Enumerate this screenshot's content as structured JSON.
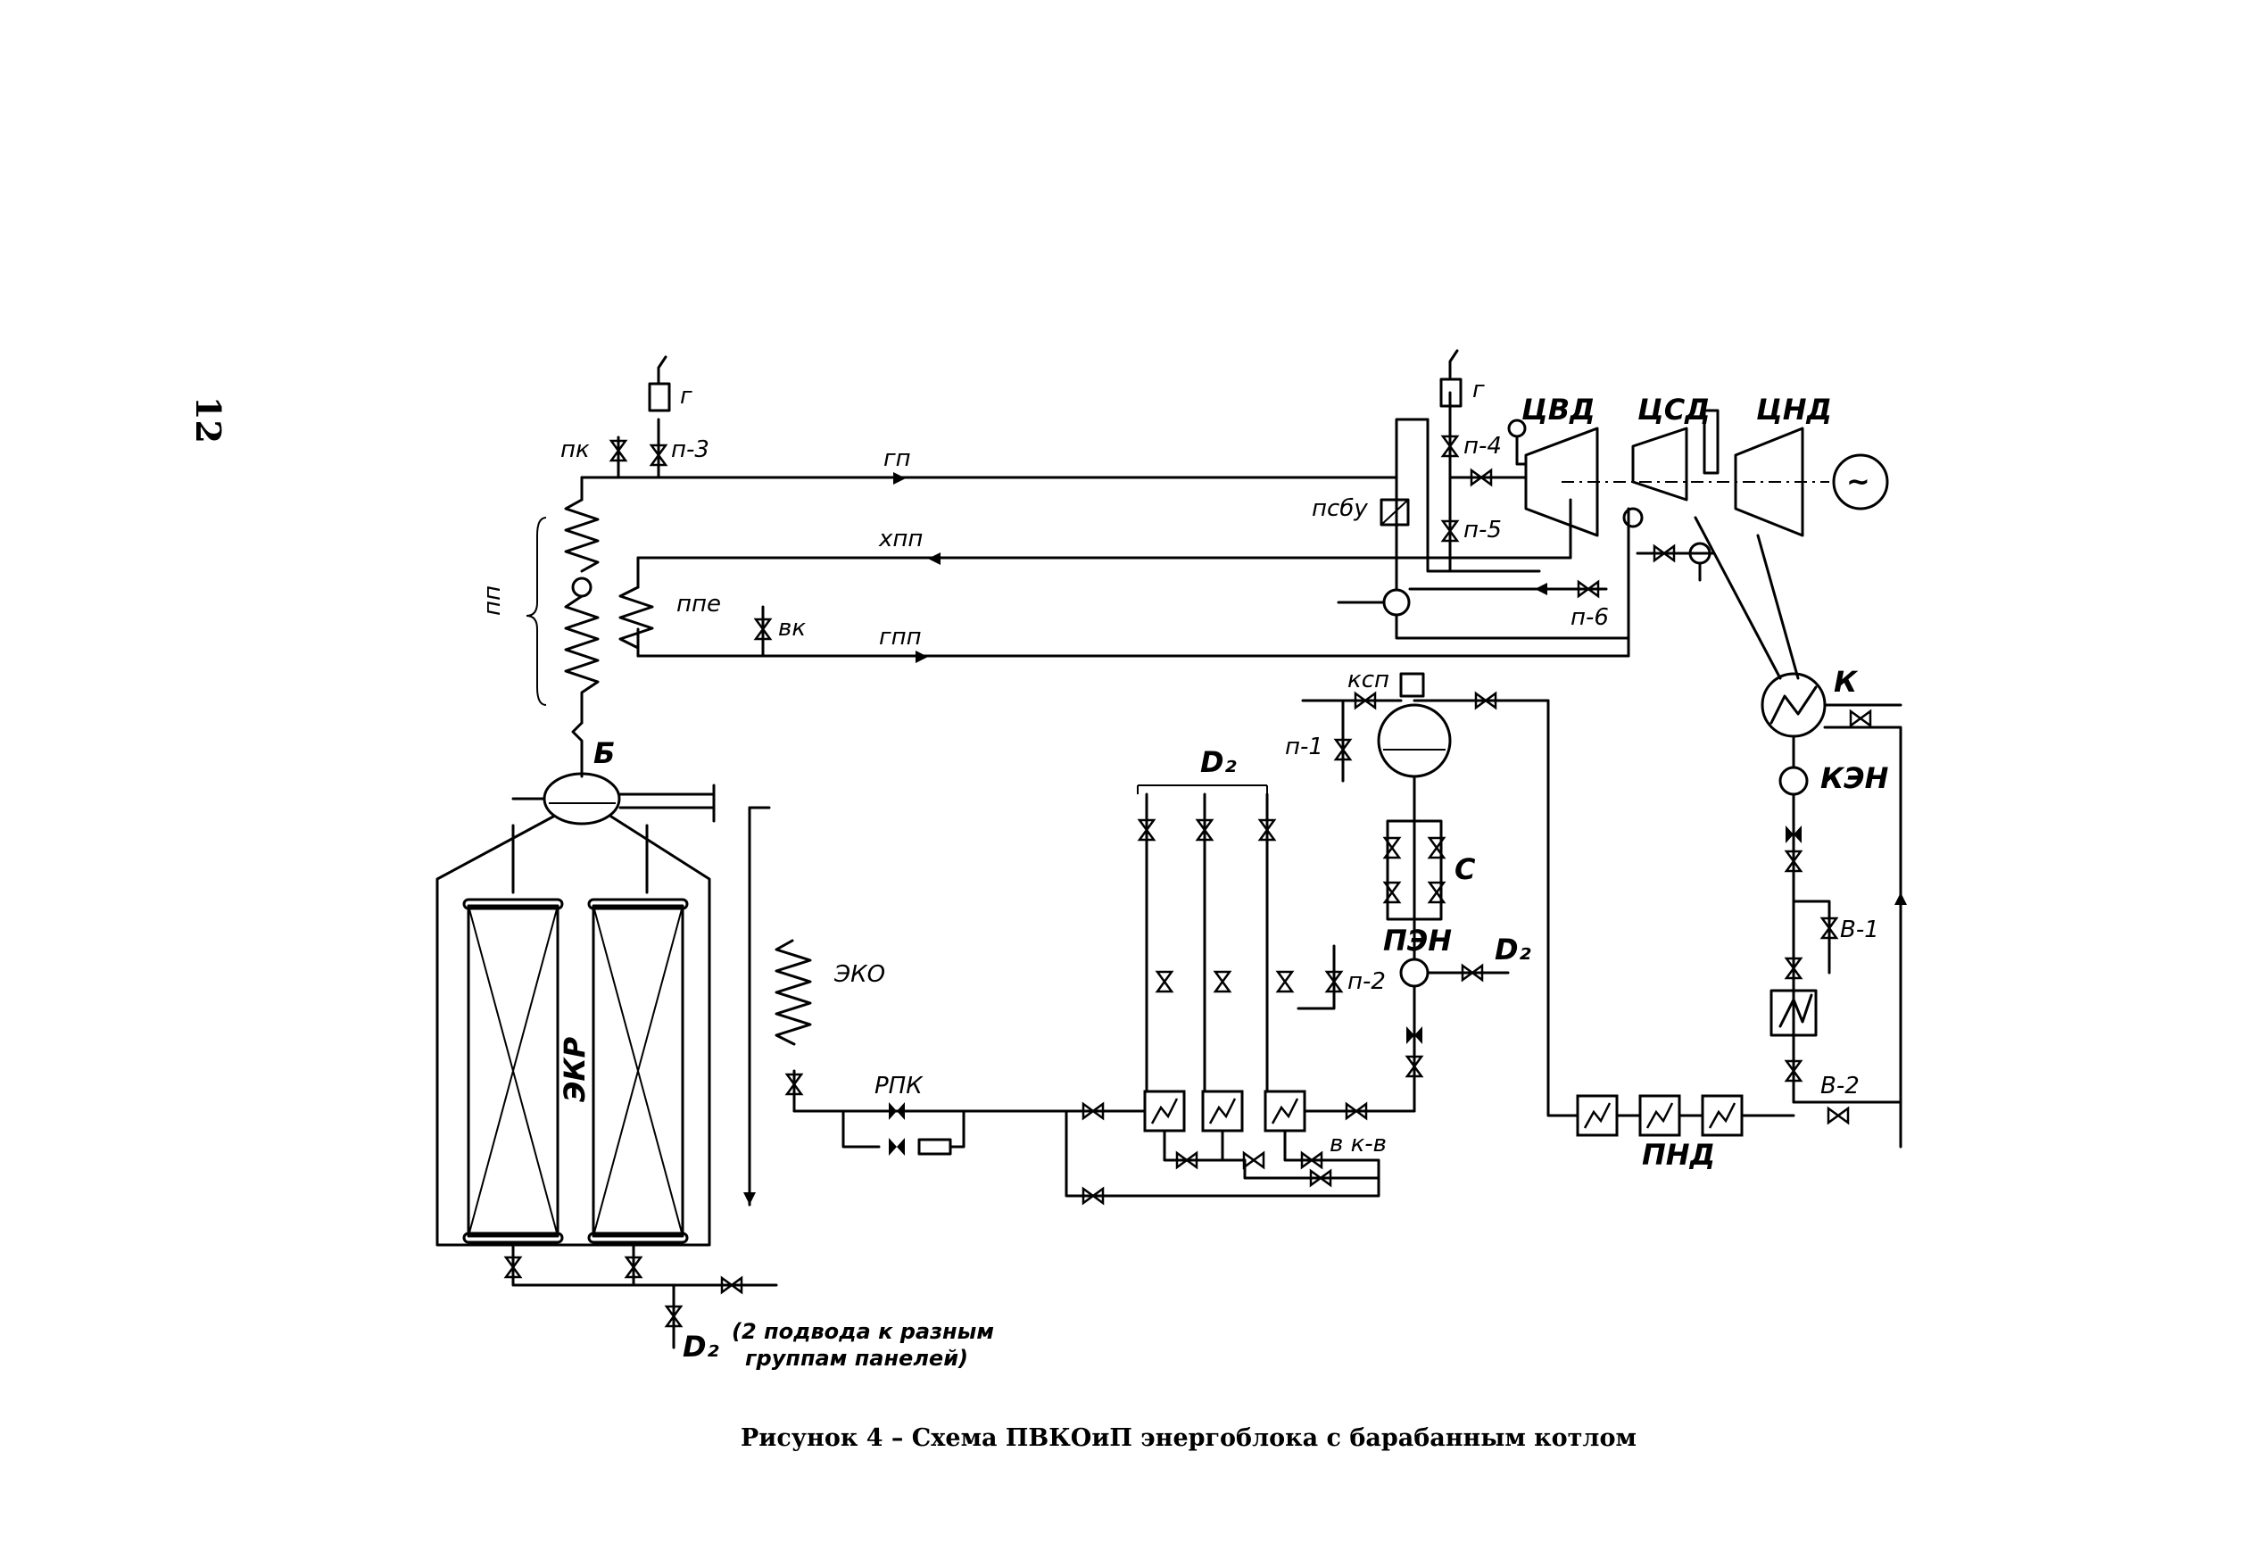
{
  "page_number": "12",
  "caption": "Рисунок 4 – Схема ПВКОиП энергоблока с барабанным котлом",
  "labels": {
    "pk": "пк",
    "p3": "п-3",
    "g_left": "г",
    "g_right": "г",
    "gp": "гп",
    "khpp": "хпп",
    "gpp": "гпп",
    "pp": "пп",
    "ppe": "ппе",
    "vk": "вк",
    "psbu": "псбу",
    "p4": "п-4",
    "p5": "п-5",
    "p6": "п-6",
    "tsvd": "ЦВД",
    "tssd": "ЦСД",
    "tsnd": "ЦНД",
    "generator_symbol": "~",
    "k": "К",
    "ken": "КЭН",
    "b": "Б",
    "ekr": "ЭКР",
    "eko": "ЭКО",
    "rpk": "РПК",
    "d2_top": "D₂",
    "ksp": "ксп",
    "p1": "п-1",
    "c": "С",
    "pen": "ПЭН",
    "d2_pen": "D₂",
    "p2": "п-2",
    "v1": "В-1",
    "v2": "В-2",
    "pnd": "ПНД",
    "vkv": "в к-в",
    "d2_bottom": "D₂",
    "note_line1": "(2 подвода к разным",
    "note_line2": "группам панелей)"
  }
}
